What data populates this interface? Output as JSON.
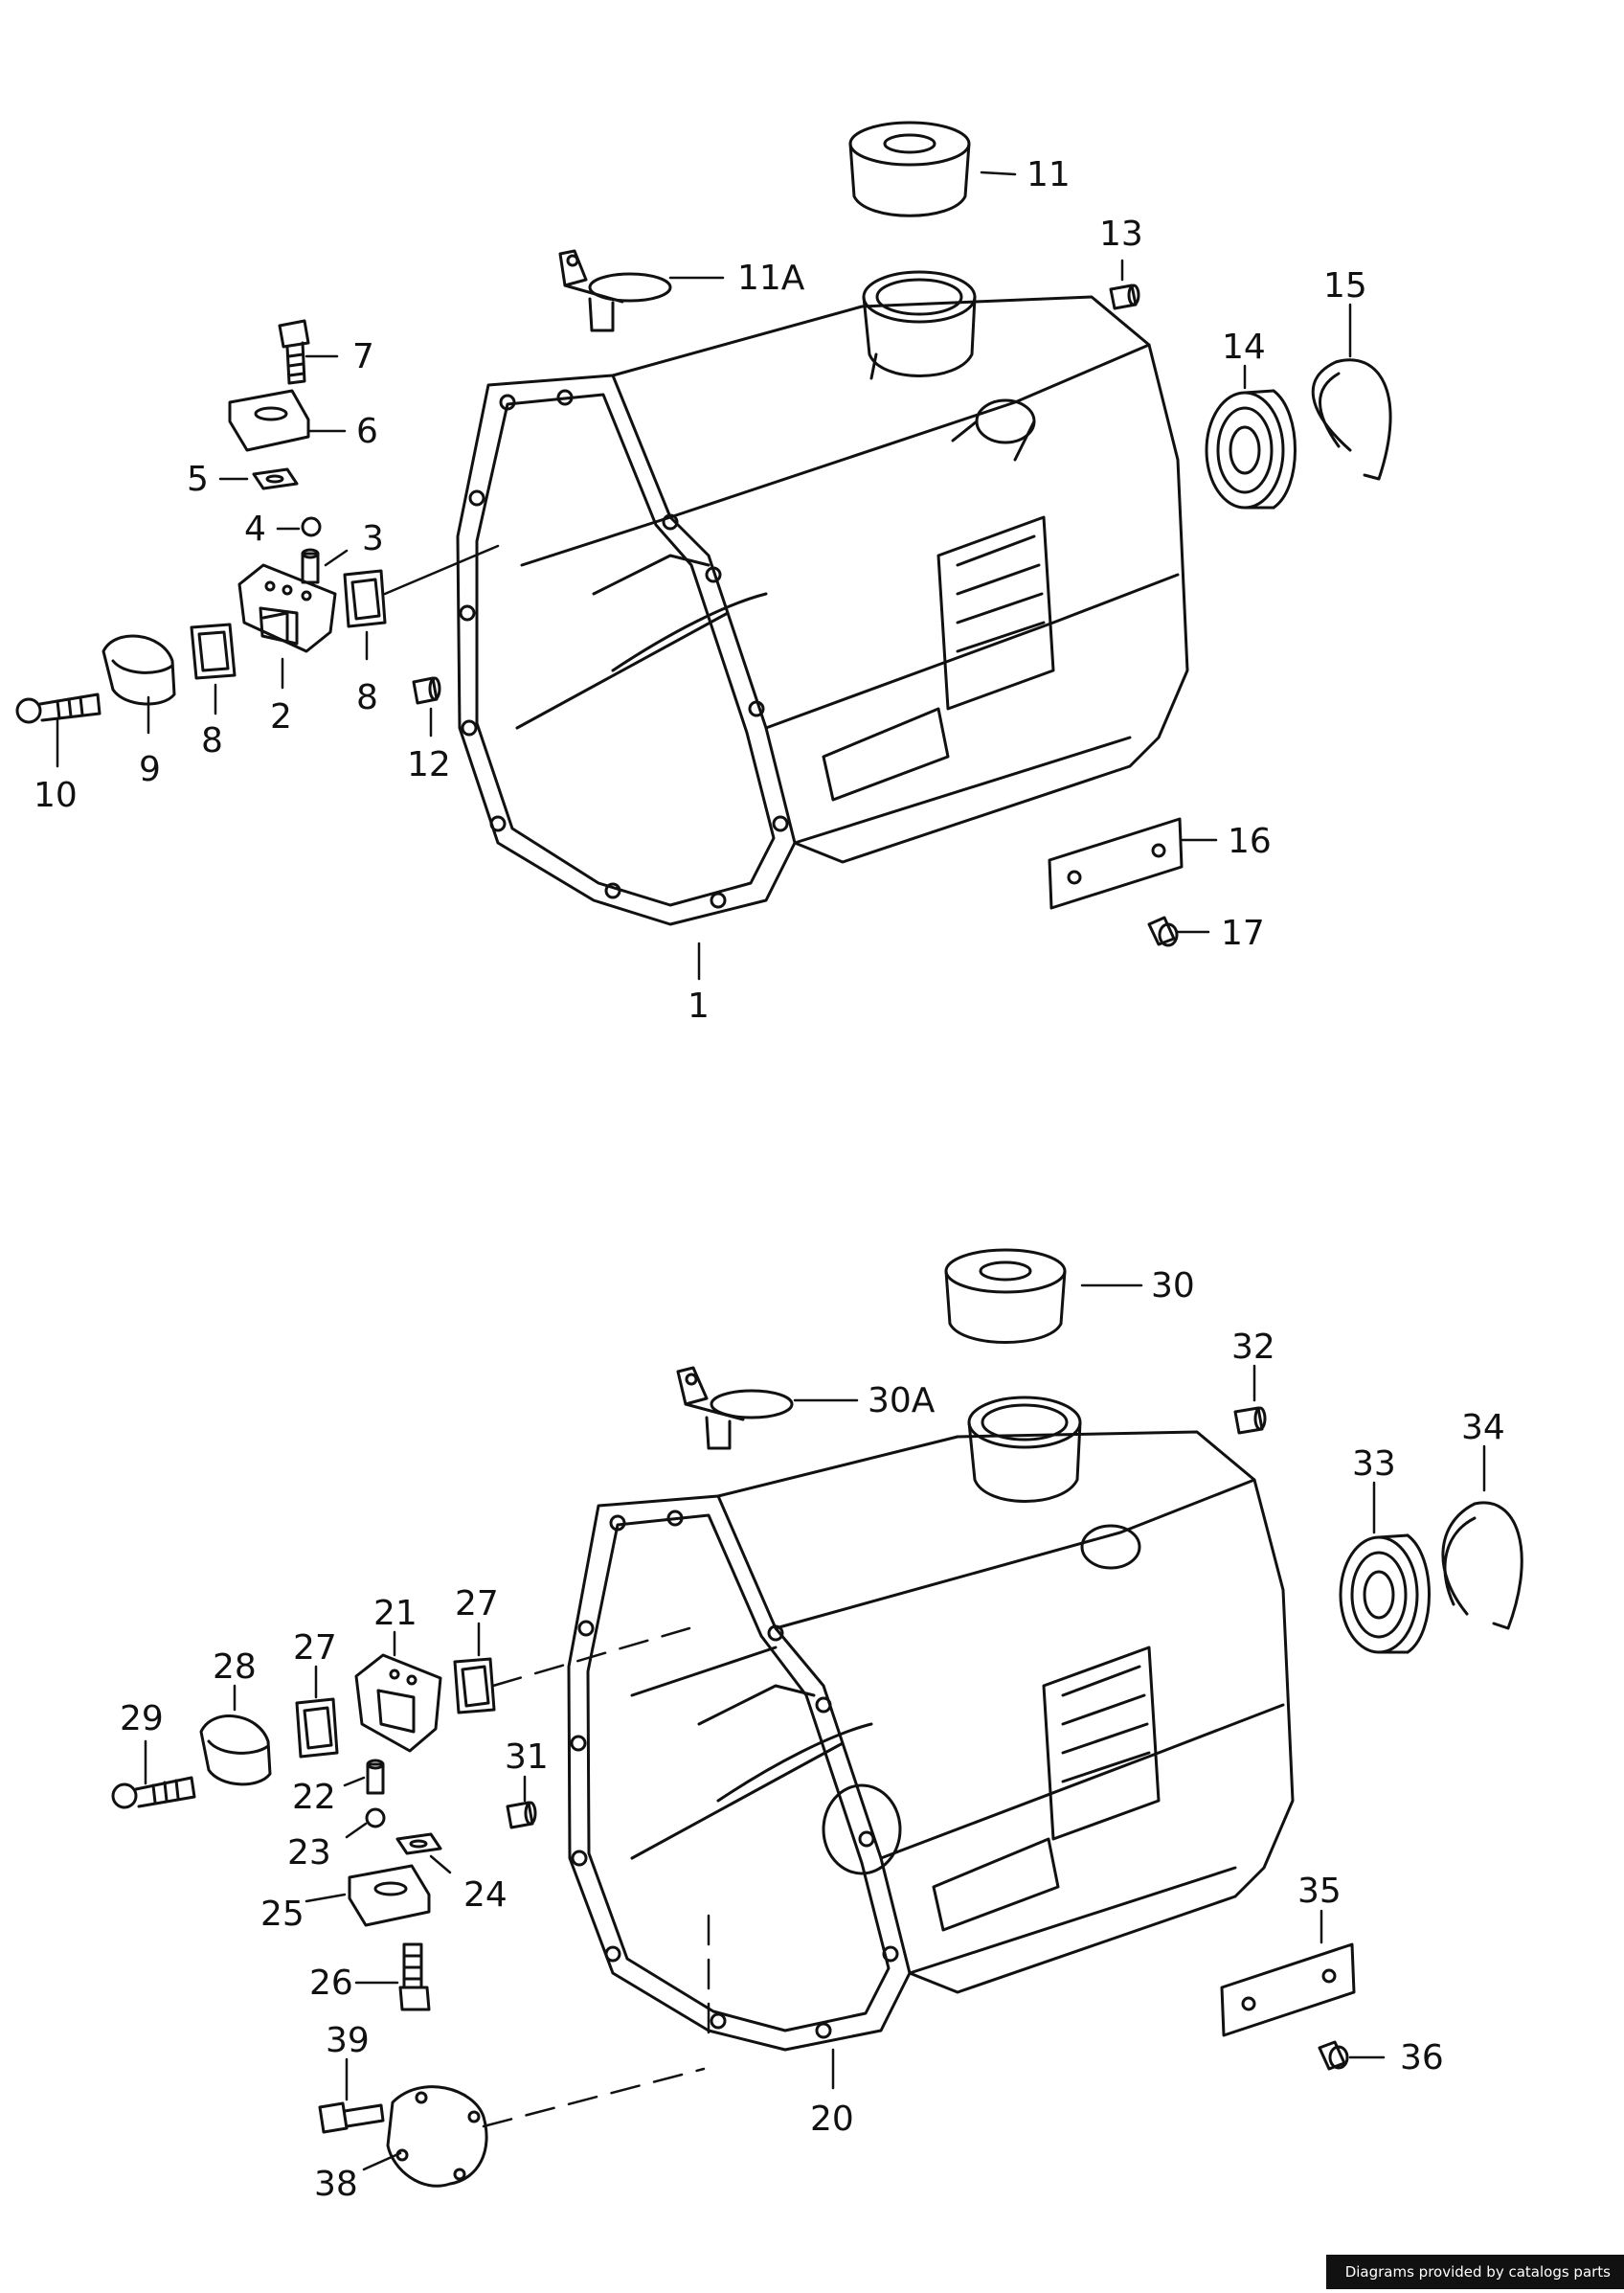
{
  "credit": "Diagrams provided by catalogs parts",
  "diagrams": [
    {
      "housing_label": "1",
      "labels": [
        "11",
        "11A",
        "13",
        "15",
        "14",
        "7",
        "6",
        "5",
        "4",
        "3",
        "2",
        "8",
        "8",
        "9",
        "10",
        "12",
        "16",
        "17",
        "1"
      ]
    },
    {
      "housing_label": "20",
      "labels": [
        "30",
        "30A",
        "32",
        "34",
        "33",
        "21",
        "27",
        "27",
        "28",
        "29",
        "22",
        "23",
        "24",
        "25",
        "26",
        "31",
        "35",
        "36",
        "20",
        "39",
        "38"
      ]
    }
  ]
}
